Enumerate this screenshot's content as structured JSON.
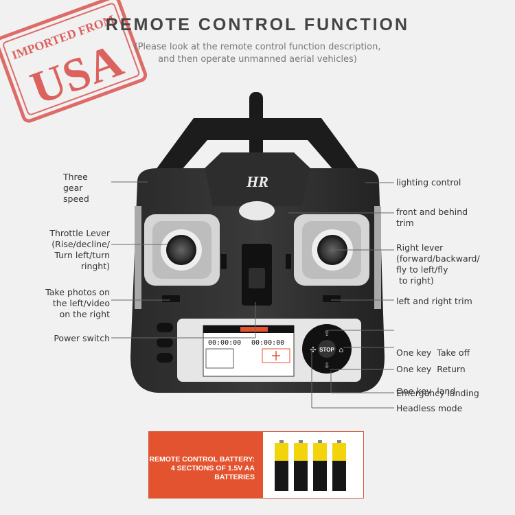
{
  "stamp": {
    "top_text": "IMPORTED FROM",
    "main_text": "USA"
  },
  "header": {
    "title": "REMOTE CONTROL FUNCTION",
    "subtitle_line1": "(Please look at the remote control function description,",
    "subtitle_line2": "and then operate unmanned aerial vehicles)"
  },
  "controller": {
    "logo": "HR",
    "screen": {
      "time_left": "00:00:00",
      "time_right": "00:00:00"
    },
    "stop_button": "STOP"
  },
  "labels_left": [
    {
      "id": "gear",
      "lines": [
        "Three gear",
        "speed"
      ]
    },
    {
      "id": "throttle",
      "lines": [
        "Throttle Lever",
        "(Rise/decline/",
        "Turn left/turn",
        "ringht)"
      ]
    },
    {
      "id": "photo",
      "lines": [
        "Take photos on",
        "the left/video",
        "on the right"
      ]
    },
    {
      "id": "power",
      "lines": [
        "Power switch"
      ]
    }
  ],
  "labels_right": [
    {
      "id": "lighting",
      "lines": [
        "lighting control"
      ]
    },
    {
      "id": "front-trim",
      "lines": [
        "front and behind",
        "trim"
      ]
    },
    {
      "id": "right-lever",
      "lines": [
        "Right lever",
        "(forward/backward/",
        "fly to left/fly",
        " to right)"
      ]
    },
    {
      "id": "lr-trim",
      "lines": [
        "left and right trim"
      ]
    },
    {
      "id": "takeoff",
      "lines": [
        "One key  Take off"
      ]
    },
    {
      "id": "return",
      "lines": [
        "One key  Return"
      ]
    },
    {
      "id": "land",
      "lines": [
        "One key  land"
      ]
    },
    {
      "id": "emergency",
      "lines": [
        "Emergency landing"
      ]
    },
    {
      "id": "headless",
      "lines": [
        "Headless mode"
      ]
    }
  ],
  "battery": {
    "line1": "REMOTE CONTROL BATTERY:",
    "line2": "4 SECTIONS OF 1.5V AA",
    "line3": "BATTERIES"
  },
  "colors": {
    "accent": "#e4532f",
    "stamp": "#d9534f",
    "body": "#1e1e1e"
  }
}
